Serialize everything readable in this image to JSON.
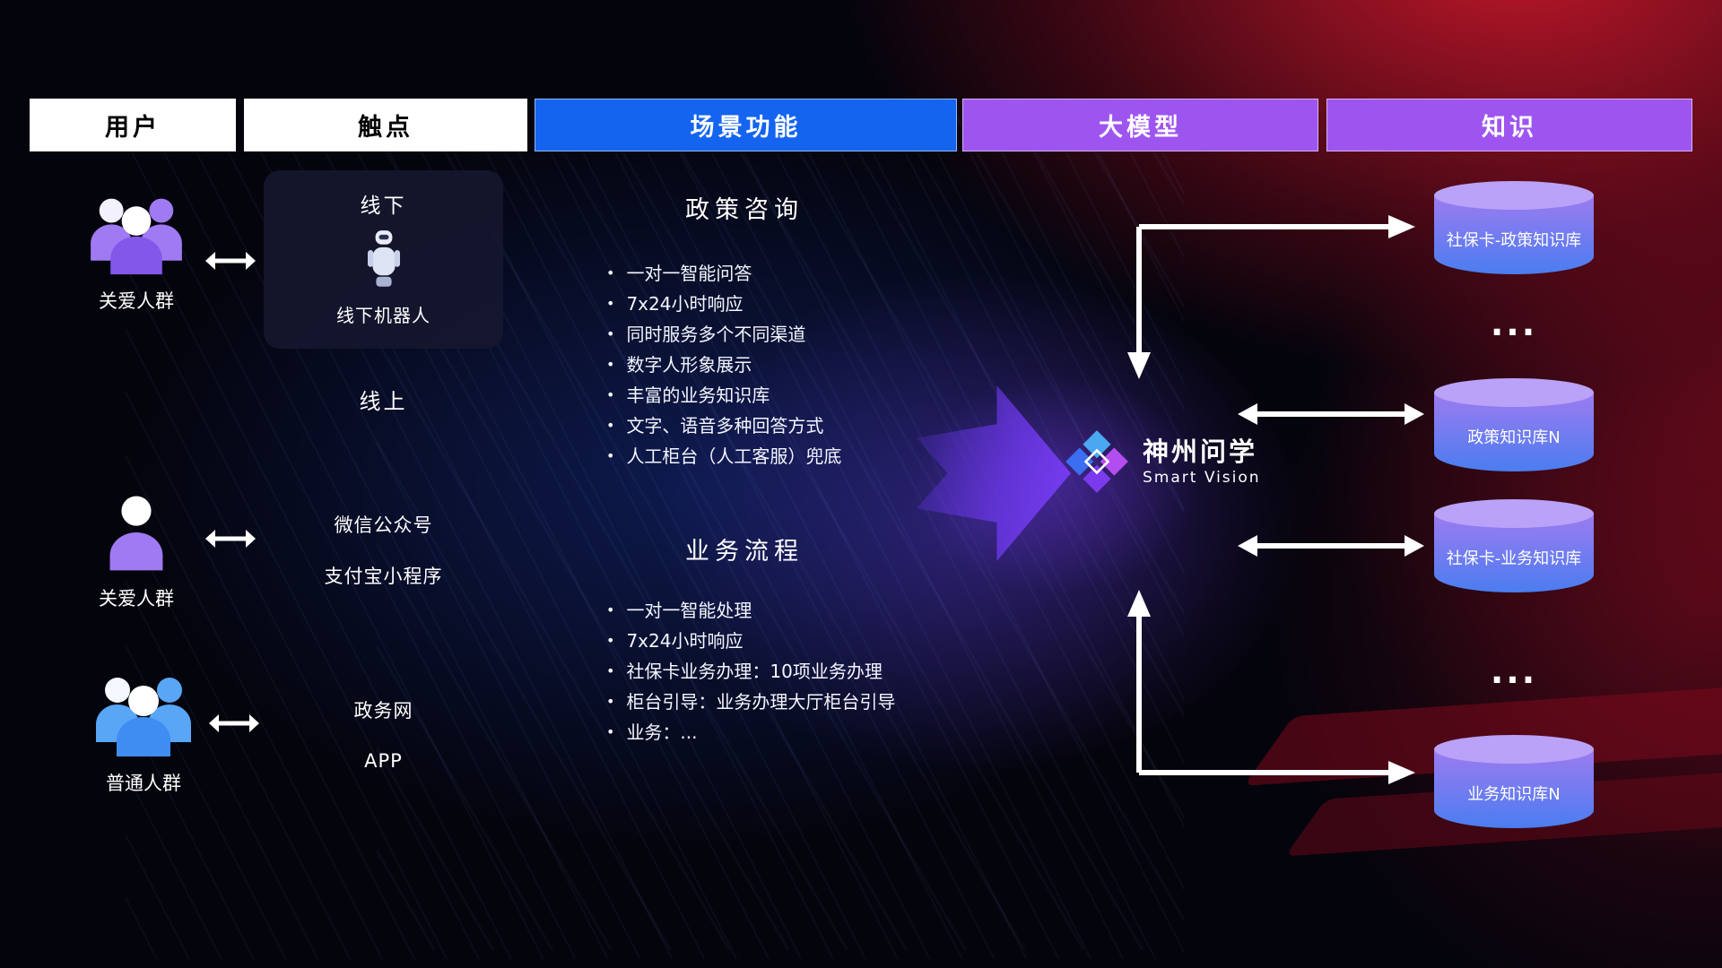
{
  "header": {
    "columns": [
      {
        "label": "用户",
        "bg": "#ffffff",
        "fg": "#000000"
      },
      {
        "label": "触点",
        "bg": "#ffffff",
        "fg": "#000000"
      },
      {
        "label": "场景功能",
        "bg": "#1464f0",
        "fg": "#ffffff"
      },
      {
        "label": "大模型",
        "bg": "#9e55f0",
        "fg": "#ffffff"
      },
      {
        "label": "知识",
        "bg": "#9e55f0",
        "fg": "#ffffff"
      }
    ]
  },
  "users": [
    {
      "label": "关爱人群",
      "icon": "group-people-purple"
    },
    {
      "label": "关爱人群",
      "icon": "person-purple"
    },
    {
      "label": "普通人群",
      "icon": "group-people-blue"
    }
  ],
  "touchpoints": {
    "offline_title": "线下",
    "offline_robot_label": "线下机器人",
    "online_title": "线上",
    "channels": [
      {
        "label": "微信公众号"
      },
      {
        "label": "支付宝小程序"
      },
      {
        "label": "政务网"
      },
      {
        "label": "APP"
      }
    ]
  },
  "scenes": [
    {
      "title": "政策咨询",
      "items": [
        "一对一智能问答",
        "7x24小时响应",
        "同时服务多个不同渠道",
        "数字人形象展示",
        "丰富的业务知识库",
        "文字、语音多种回答方式",
        "人工柜台（人工客服）兜底"
      ]
    },
    {
      "title": "业务流程",
      "items": [
        "一对一智能处理",
        "7x24小时响应",
        "社保卡业务办理：10项业务办理",
        "柜台引导：业务办理大厅柜台引导",
        "业务：..."
      ]
    }
  ],
  "model": {
    "name": "神州问学",
    "subtitle": "Smart Vision"
  },
  "knowledge": {
    "databases": [
      {
        "label": "社保卡-政策知识库"
      },
      {
        "label": "政策知识库N"
      },
      {
        "label": "社保卡-业务知识库"
      },
      {
        "label": "业务知识库N"
      }
    ],
    "ellipsis": "..."
  },
  "colors": {
    "accent_blue": "#1464f0",
    "accent_purple": "#9e55f0",
    "cylinder_top": "#b9a2f8",
    "cylinder_grad_start": "#9d7bf0",
    "cylinder_grad_end": "#4a7df0",
    "arrow_purple": "#7a3df5"
  }
}
